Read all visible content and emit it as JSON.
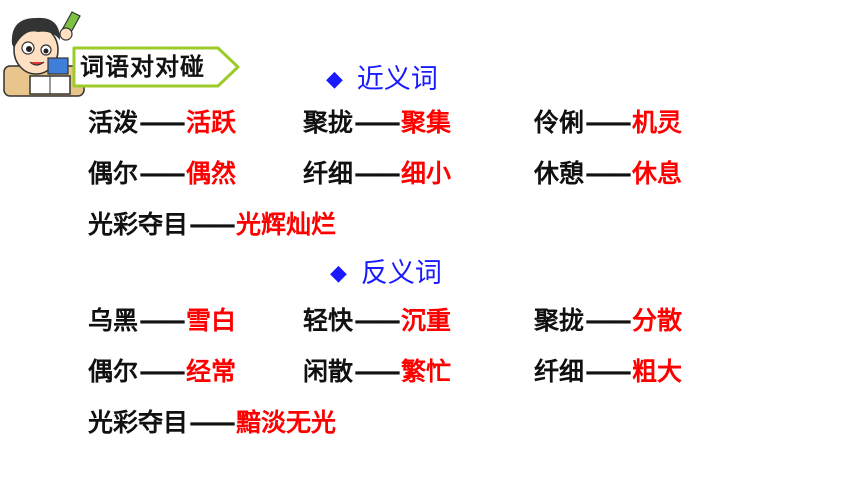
{
  "header": {
    "title": "词语对对碰"
  },
  "synonyms": {
    "heading": "近义词",
    "pairs": [
      {
        "word": "活泼",
        "dash": "——",
        "answer": "活跃"
      },
      {
        "word": "聚拢",
        "dash": "——",
        "answer": "聚集"
      },
      {
        "word": "伶俐",
        "dash": "——",
        "answer": "机灵"
      },
      {
        "word": "偶尔",
        "dash": "——",
        "answer": "偶然"
      },
      {
        "word": "纤细",
        "dash": "——",
        "answer": "细小"
      },
      {
        "word": "休憩",
        "dash": "——",
        "answer": "休息"
      },
      {
        "word": "光彩夺目",
        "dash": "——",
        "answer": "光辉灿烂"
      }
    ]
  },
  "antonyms": {
    "heading": "反义词",
    "pairs": [
      {
        "word": "乌黑",
        "dash": "——",
        "answer": "雪白"
      },
      {
        "word": "轻快",
        "dash": "——",
        "answer": "沉重"
      },
      {
        "word": "聚拢",
        "dash": "——",
        "answer": "分散"
      },
      {
        "word": "偶尔",
        "dash": "——",
        "answer": "经常"
      },
      {
        "word": "闲散",
        "dash": "——",
        "answer": "繁忙"
      },
      {
        "word": "纤细",
        "dash": "——",
        "answer": "粗大"
      },
      {
        "word": "光彩夺目",
        "dash": "——",
        "answer": "黯淡无光"
      }
    ]
  },
  "colors": {
    "heading": "#1a1aff",
    "answer": "#ff0000",
    "tag_border": "#9ccc2a"
  }
}
